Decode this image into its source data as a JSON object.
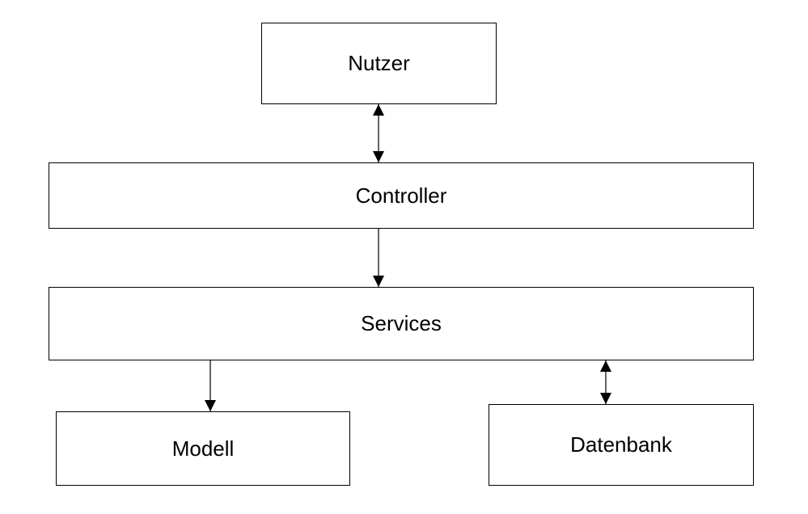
{
  "nodes": {
    "nutzer": "Nutzer",
    "controller": "Controller",
    "services": "Services",
    "modell": "Modell",
    "datenbank": "Datenbank"
  },
  "edges": [
    {
      "from": "nutzer",
      "to": "controller",
      "direction": "bidirectional"
    },
    {
      "from": "controller",
      "to": "services",
      "direction": "forward"
    },
    {
      "from": "services",
      "to": "modell",
      "direction": "forward"
    },
    {
      "from": "services",
      "to": "datenbank",
      "direction": "bidirectional"
    }
  ]
}
